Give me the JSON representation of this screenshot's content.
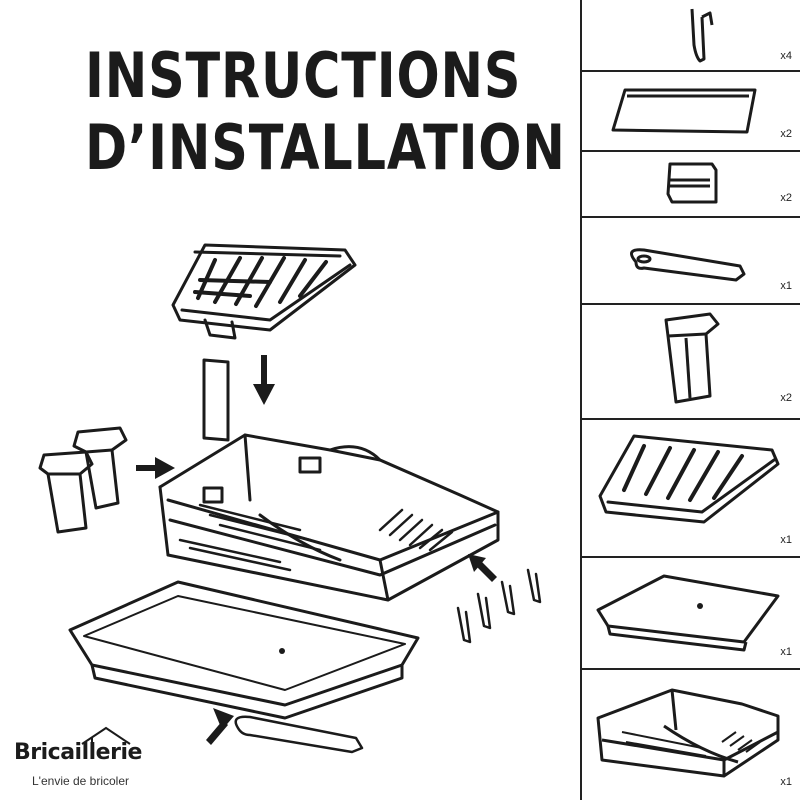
{
  "title": {
    "line1": "INSTRUCTIONS",
    "line2": "D’INSTALLATION"
  },
  "brand": {
    "name": "Bricaillerie",
    "tagline": "L'envie de bricoler"
  },
  "parts_list": [
    {
      "part": "clip-hook-icon",
      "qty": "x4"
    },
    {
      "part": "plate-icon",
      "qty": "x2"
    },
    {
      "part": "bracket-icon",
      "qty": "x2"
    },
    {
      "part": "spout-icon",
      "qty": "x1"
    },
    {
      "part": "cutlery-cup-icon",
      "qty": "x2"
    },
    {
      "part": "top-rack-icon",
      "qty": "x1"
    },
    {
      "part": "drip-tray-icon",
      "qty": "x1"
    },
    {
      "part": "dish-rack-icon",
      "qty": "x1"
    }
  ]
}
